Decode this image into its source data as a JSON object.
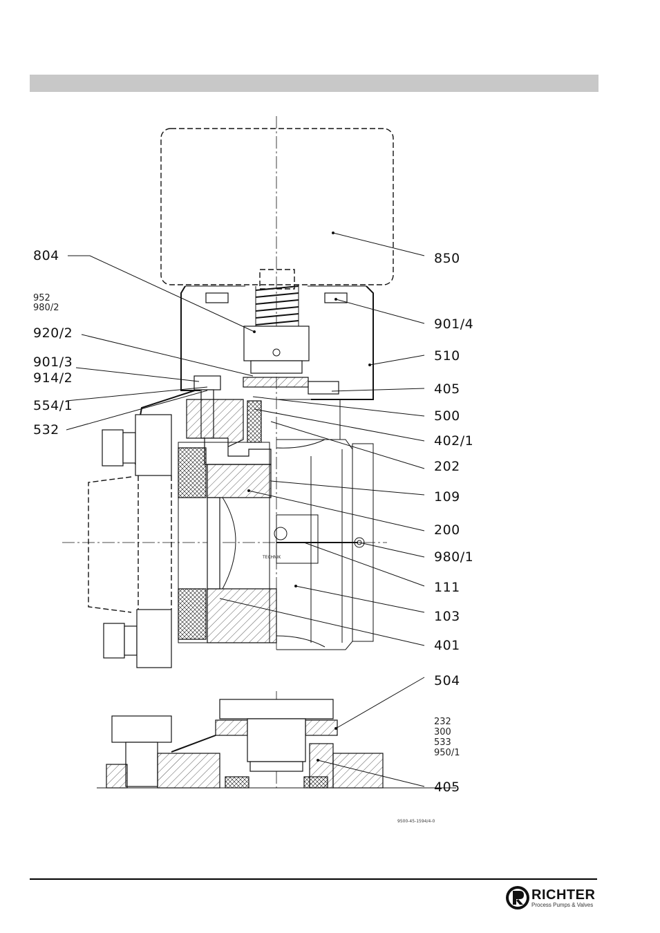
{
  "labels": {
    "l804": "804",
    "l952": "952",
    "l980_2": "980/2",
    "l920_2": "920/2",
    "l901_3": "901/3",
    "l914_2": "914/2",
    "l554_1": "554/1",
    "l532": "532",
    "l850": "850",
    "l901_4": "901/4",
    "l510": "510",
    "l405a": "405",
    "l500": "500",
    "l402_1": "402/1",
    "l202": "202",
    "l109": "109",
    "l200": "200",
    "l980_1": "980/1",
    "l111": "111",
    "l103": "103",
    "l401": "401",
    "l504": "504",
    "l232": "232",
    "l300": "300",
    "l533": "533",
    "l950_1": "950/1",
    "l405b": "405"
  },
  "stamp": "TECHNIK",
  "drawing_ref": "9500-45-1594/4-0",
  "logo": {
    "name": "RICHTER",
    "tagline": "Process Pumps & Valves"
  }
}
